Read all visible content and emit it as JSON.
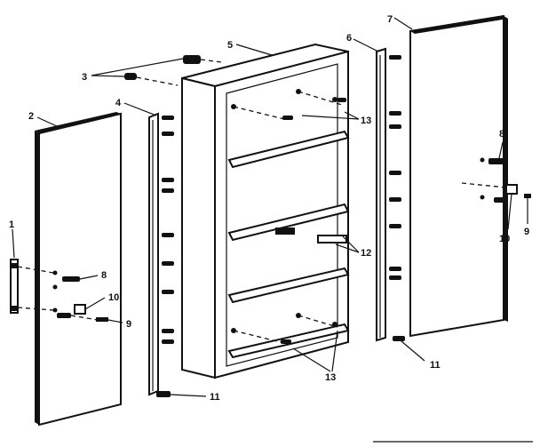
{
  "callouts": {
    "c1": "1",
    "c2": "2",
    "c3": "3",
    "c4": "4",
    "c5": "5",
    "c6": "6",
    "c7": "7",
    "c8_left": "8",
    "c8_right": "8",
    "c9_left": "9",
    "c9_right": "9",
    "c10_left": "10",
    "c10_right": "10",
    "c11_left": "11",
    "c11_right": "11",
    "c12": "12",
    "c13_top": "13",
    "c13_bottom": "13"
  }
}
